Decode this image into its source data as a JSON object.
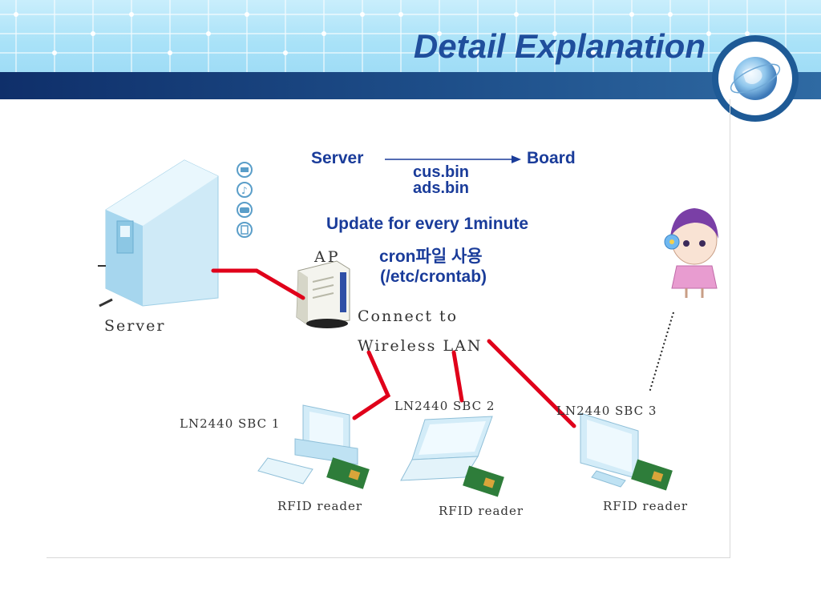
{
  "slide": {
    "title": "Detail Explanation"
  },
  "flow": {
    "from": "Server",
    "to": "Board",
    "file1": "cus.bin",
    "file2": "ads.bin",
    "update": "Update for every 1minute",
    "cron": "cron파일 사용",
    "crontab": "(/etc/crontab)"
  },
  "nodes": {
    "server": "Server",
    "ap": "AP",
    "connect_line1": "Connect to",
    "connect_line2": "Wireless LAN",
    "sbc1": "LN2440 SBC  1",
    "sbc2": "LN2440 SBC  2",
    "sbc3": "LN2440 SBC  3",
    "reader1": "RFID reader",
    "reader2": "RFID reader",
    "reader3": "RFID reader"
  },
  "colors": {
    "accent_blue": "#1a3c9a",
    "link_red": "#e0001a",
    "header_dark": "#0f2f6a"
  }
}
